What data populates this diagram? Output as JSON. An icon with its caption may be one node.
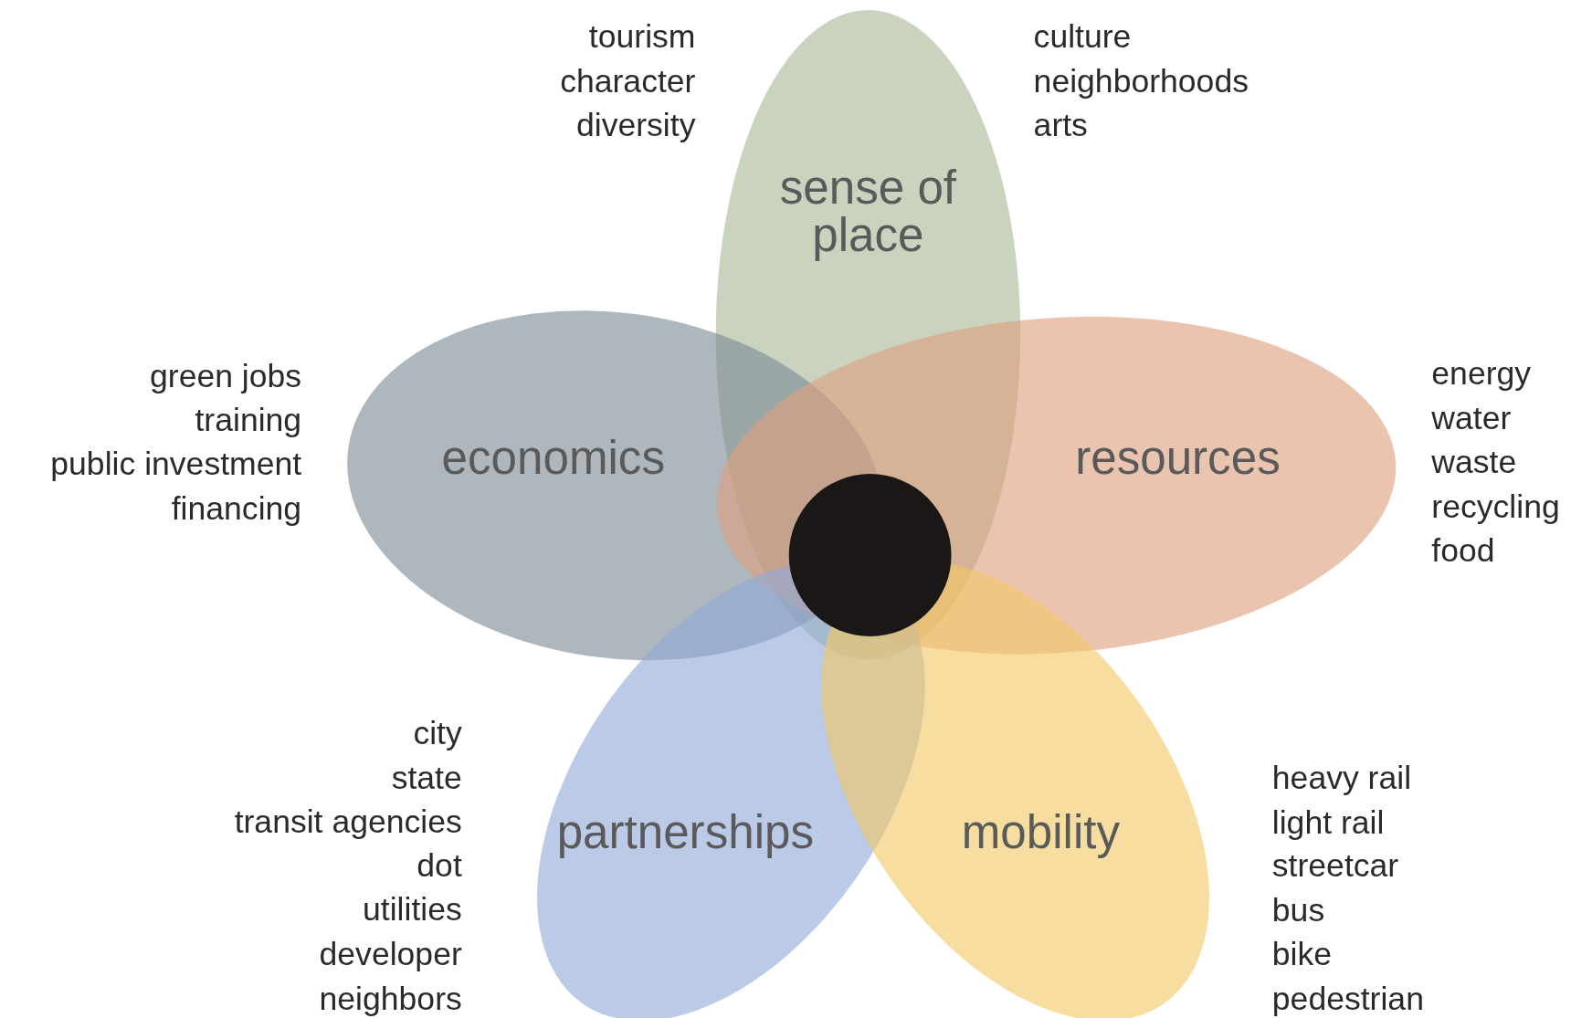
{
  "diagram": {
    "nodes": [
      {
        "text": [
          "sense of place"
        ],
        "beside": [
          "tourism",
          "character",
          "diversity",
          "culture",
          "neighborhoods",
          "arts"
        ]
      },
      {
        "text": [
          "economics"
        ],
        "beside": [
          "green jobs",
          "training",
          "public investment",
          "financing"
        ]
      },
      {
        "text": [
          "resources"
        ],
        "beside": [
          "energy",
          "water",
          "waste",
          "recycling",
          "food"
        ]
      },
      {
        "text": [
          "partnerships"
        ],
        "beside": [
          "city",
          "state",
          "transit agencies",
          "dot",
          "utilities",
          "developer",
          "neighbors"
        ]
      },
      {
        "text": [
          "mobility"
        ],
        "beside": [
          "heavy rail",
          "light rail",
          "streetcar",
          "bus",
          "bike",
          "pedestrian"
        ]
      },
      {
        "text": [],
        "shape": "circle"
      }
    ]
  }
}
